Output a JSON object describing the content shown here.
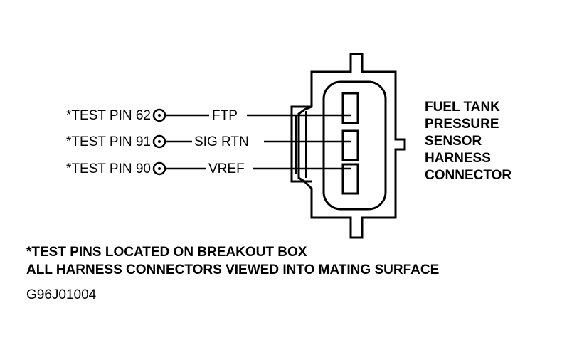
{
  "pins": [
    {
      "test_label": "*TEST PIN 62",
      "signal": "FTP"
    },
    {
      "test_label": "*TEST PIN 91",
      "signal": "SIG RTN"
    },
    {
      "test_label": "*TEST PIN 90",
      "signal": "VREF"
    }
  ],
  "connector_title": [
    "FUEL TANK",
    "PRESSURE",
    "SENSOR",
    "HARNESS",
    "CONNECTOR"
  ],
  "notes": [
    "*TEST PINS LOCATED ON BREAKOUT BOX",
    "ALL HARNESS CONNECTORS VIEWED INTO MATING SURFACE"
  ],
  "figure_code": "G96J01004"
}
